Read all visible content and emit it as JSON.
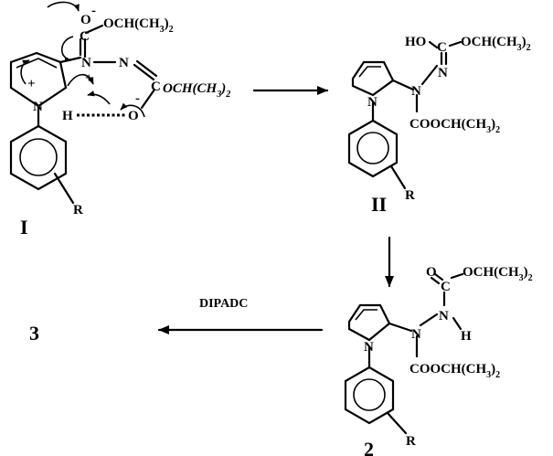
{
  "compounds": {
    "I": {
      "label": "I",
      "sub_R": "R",
      "N_ring": "N",
      "N_plus": "+",
      "ring_plus": "+",
      "O_minus_top": "O",
      "minus_top": "-",
      "C_top": "C",
      "ester_top": "OCH(CH",
      "ester_top_sub": "3",
      "ester_top_close": ")",
      "ester_top_sub2": "2",
      "N_mid": "N",
      "N_eq": "N",
      "C_right": "C",
      "ester_right": "OCH(CH",
      "ester_right_sub": "3",
      "ester_right_close": ")",
      "ester_right_sub2": "2",
      "H": "H",
      "O_minus": "O",
      "minus_o": "-"
    },
    "II": {
      "label": "II",
      "sub_R": "R",
      "N_ring": "N",
      "HO": "HO",
      "C": "C",
      "ester_top": "OCH(CH",
      "ester_top_sub": "3",
      "ester_top_close": ")",
      "ester_top_sub2": "2",
      "N_eq": "N",
      "N": "N",
      "ester_bottom": "COOCH(CH",
      "ester_bottom_sub": "3",
      "ester_bottom_close": ")",
      "ester_bottom_sub2": "2"
    },
    "2": {
      "label": "2",
      "sub_R": "R",
      "N_ring": "N",
      "O": "O",
      "C": "C",
      "ester_top": "OCH(CH",
      "ester_top_sub": "3",
      "ester_top_close": ")",
      "ester_top_sub2": "2",
      "NH_N": "N",
      "NH_H": "H",
      "N": "N",
      "ester_bottom": "COOCH(CH",
      "ester_bottom_sub": "3",
      "ester_bottom_close": ")",
      "ester_bottom_sub2": "2"
    },
    "3": {
      "label": "3"
    }
  },
  "reagent": "DIPADC"
}
